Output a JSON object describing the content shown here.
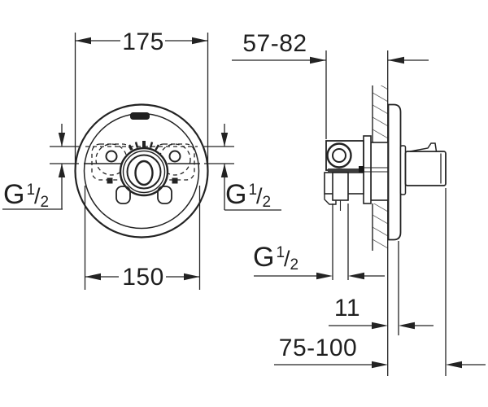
{
  "labels": {
    "dim_plate_width": "175",
    "dim_inner_width": "150",
    "dim_depth_range": "57-82",
    "dim_plate_protrusion": "11",
    "dim_total_depth_range": "75-100",
    "thread": {
      "g": "G",
      "sup": "1",
      "slash": "/",
      "sub": "2"
    }
  },
  "colors": {
    "line": "#232323",
    "background": "#ffffff",
    "hatch": "#333333"
  }
}
